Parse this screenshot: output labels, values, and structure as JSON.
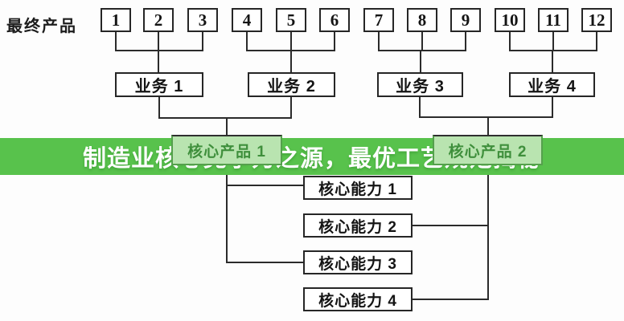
{
  "banner": {
    "text": "制造业核心竞争力之源，最优工艺规范揭秘",
    "bg_color": "#58c24c",
    "text_color": "#ffffff"
  },
  "diagram": {
    "final_products_label": "最终产品",
    "product_numbers": [
      "1",
      "2",
      "3",
      "4",
      "5",
      "6",
      "7",
      "8",
      "9",
      "10",
      "11",
      "12"
    ],
    "businesses": [
      "业务 1",
      "业务 2",
      "业务 3",
      "业务 4"
    ],
    "core_products": [
      "核心产品 1",
      "核心产品 2"
    ],
    "core_competencies": [
      "核心能力 1",
      "核心能力 2",
      "核心能力 3",
      "核心能力 4"
    ],
    "line_color": "#2b2b2b"
  }
}
